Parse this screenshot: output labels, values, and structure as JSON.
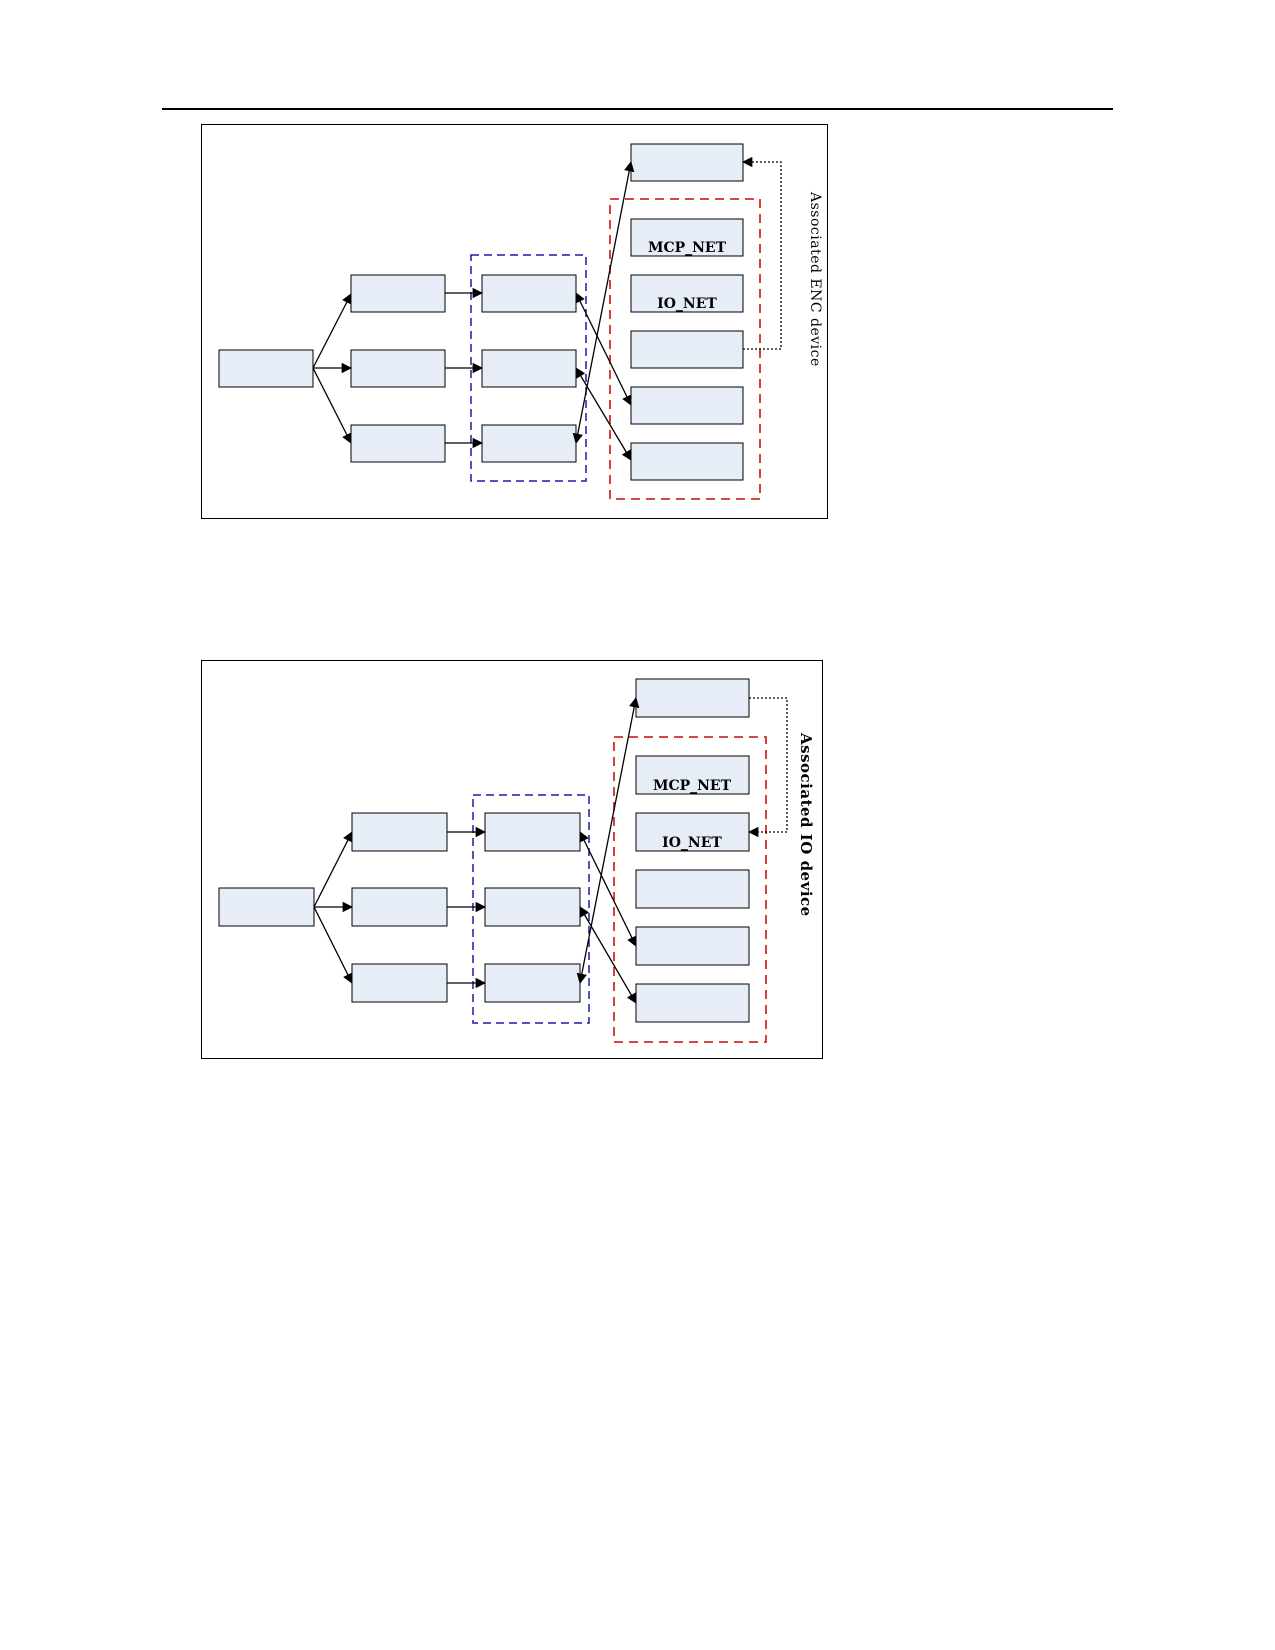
{
  "figures": [
    {
      "side_label": "Associated ENC device",
      "red_group_labels": [
        "",
        "MCP_NET",
        "IO_NET",
        "",
        "",
        ""
      ]
    },
    {
      "side_label": "Associated IO device",
      "red_group_labels": [
        "",
        "MCP_NET",
        "IO_NET",
        "",
        "",
        ""
      ]
    }
  ],
  "colors": {
    "box_fill": "#e6edf7",
    "box_stroke": "#000000",
    "blue_group": "#1c1ca8",
    "red_group": "#d62a2a",
    "frame": "#000000"
  },
  "icons": [
    "arrowhead-icon"
  ]
}
